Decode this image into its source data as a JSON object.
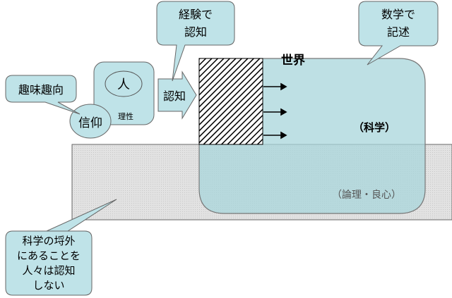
{
  "labels": {
    "world": "世界",
    "science": "（科学）",
    "logic_conscience": "（論理・良心）",
    "person": "人",
    "reason": "理性",
    "belief": "信仰",
    "cognition_arrow": "認知"
  },
  "callouts": {
    "hobby": "趣味趣向",
    "experience": [
      "経験で",
      "認知"
    ],
    "math": [
      "数学で",
      "記述"
    ],
    "outside": [
      "科学の埒外",
      "にあることを",
      "人々は認知",
      "しない"
    ]
  },
  "colors": {
    "light_cyan": "#bfe3e8",
    "gray_fill": "#e6e6e6",
    "world_fill": "#a8d6db",
    "stroke": "#555555"
  }
}
